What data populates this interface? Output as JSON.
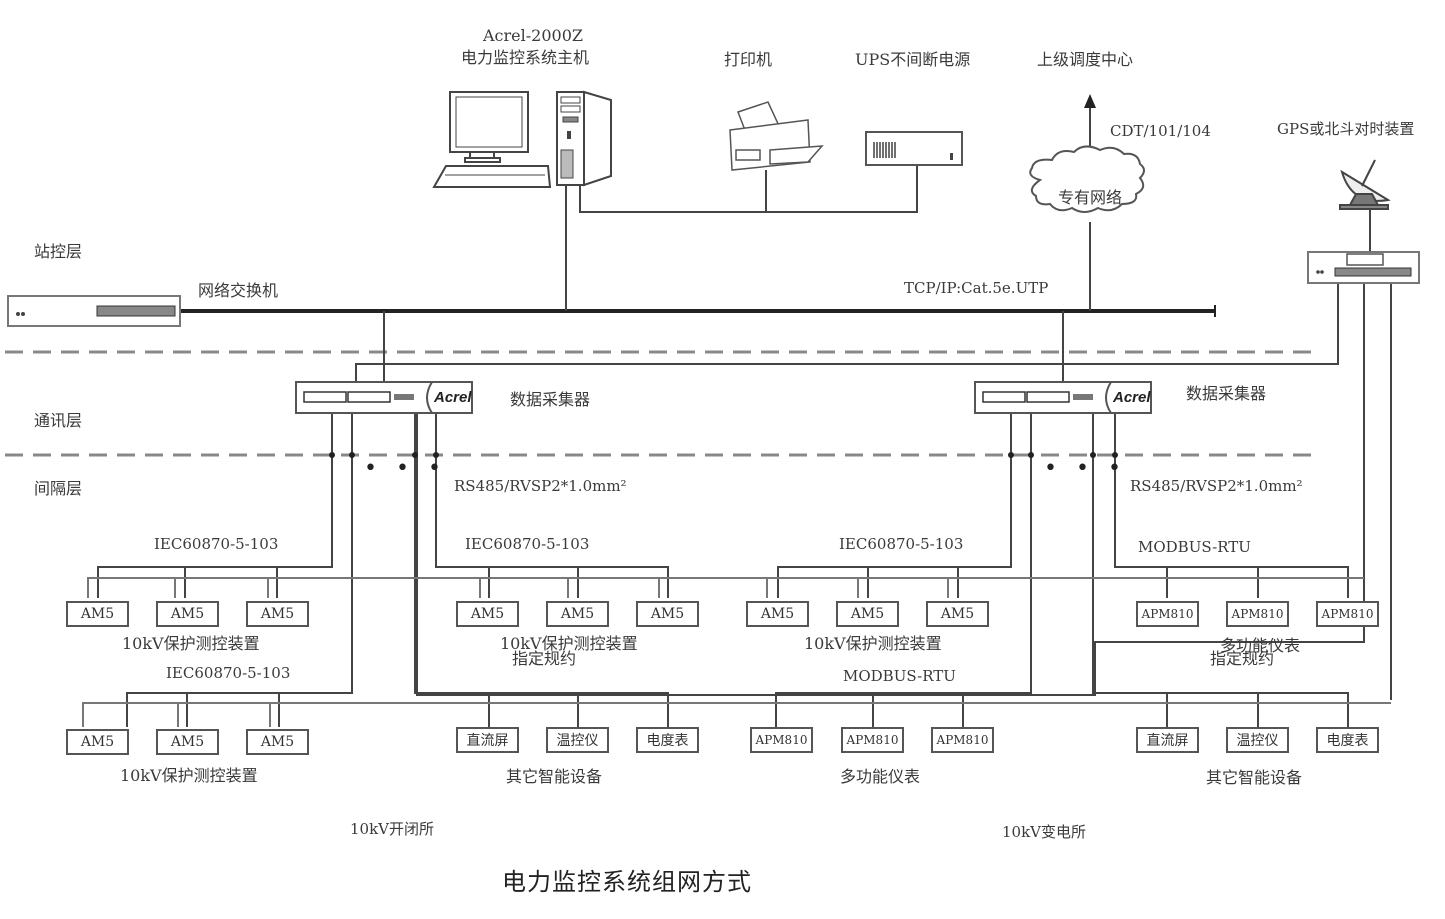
{
  "diagram": {
    "title": "电力监控系统组网方式",
    "layers": {
      "station": "站控层",
      "comm": "通讯层",
      "bay": "间隔层"
    },
    "host": {
      "model": "Acrel-2000Z",
      "name": "电力监控系统主机"
    },
    "printer": "打印机",
    "ups": "UPS不间断电源",
    "dispatch": "上级调度中心",
    "dispatch_protocol": "CDT/101/104",
    "private_network": "专有网络",
    "gps": "GPS或北斗对时装置",
    "switch": "网络交换机",
    "ethernet": "TCP/IP:Cat.5e.UTP",
    "collector_label": "数据采集器",
    "collector_brand": "Acrel",
    "rs485": "RS485/RVSP2*1.0mm²",
    "ellipsis": "• • •",
    "left_station": {
      "name": "10kV开闭所",
      "groups": [
        {
          "protocol": "IEC60870-5-103",
          "devices": [
            "AM5",
            "AM5",
            "AM5"
          ],
          "caption": "10kV保护测控装置"
        },
        {
          "protocol": "IEC60870-5-103",
          "devices": [
            "AM5",
            "AM5",
            "AM5"
          ],
          "caption": "10kV保护测控装置",
          "caption2": "指定规约"
        },
        {
          "protocol": "IEC60870-5-103",
          "devices": [
            "AM5",
            "AM5",
            "AM5"
          ],
          "caption": "10kV保护测控装置"
        },
        {
          "protocol": "",
          "devices": [
            "直流屏",
            "温控仪",
            "电度表"
          ],
          "caption": "其它智能设备"
        }
      ]
    },
    "right_station": {
      "name": "10kV变电所",
      "groups": [
        {
          "protocol": "IEC60870-5-103",
          "devices": [
            "AM5",
            "AM5",
            "AM5"
          ],
          "caption": "10kV保护测控装置"
        },
        {
          "protocol": "MODBUS-RTU",
          "devices": [
            "APM810",
            "APM810",
            "APM810"
          ],
          "caption": "多功能仪表",
          "caption2": "指定规约"
        },
        {
          "protocol": "MODBUS-RTU",
          "devices": [
            "APM810",
            "APM810",
            "APM810"
          ],
          "caption": "多功能仪表"
        },
        {
          "protocol": "",
          "devices": [
            "直流屏",
            "温控仪",
            "电度表"
          ],
          "caption": "其它智能设备"
        }
      ]
    }
  }
}
